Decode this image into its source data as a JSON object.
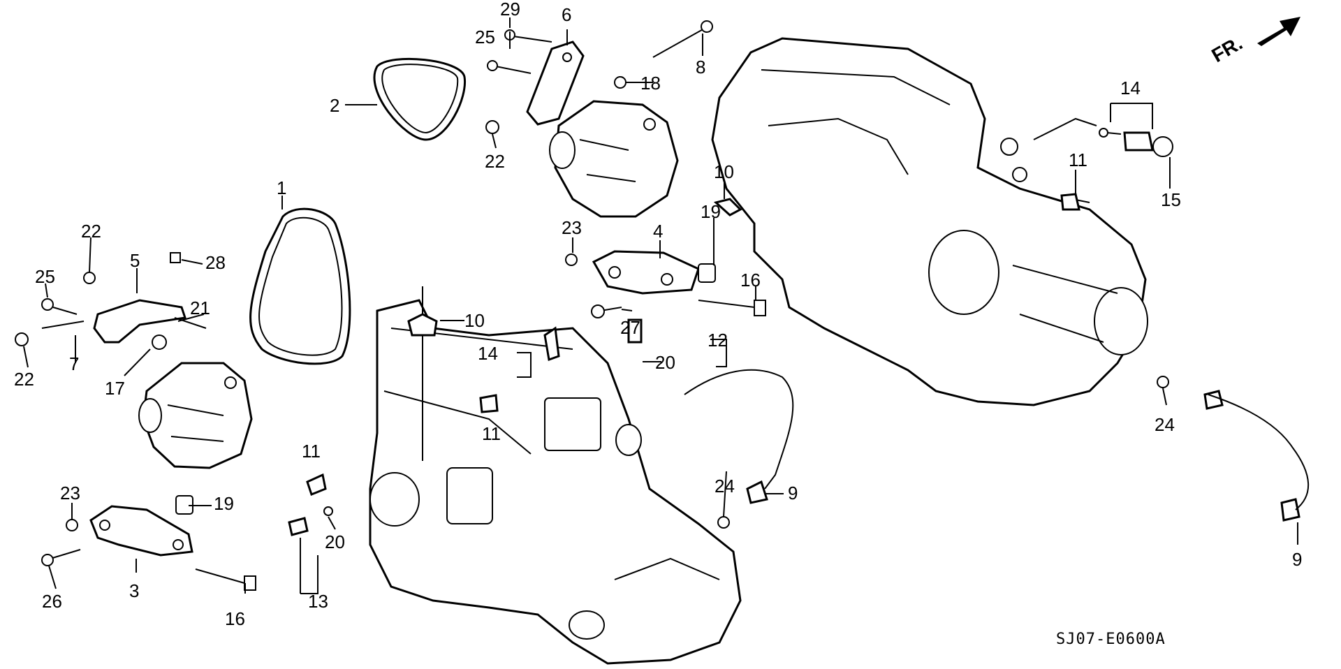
{
  "diagram": {
    "callouts": [
      {
        "id": "c1",
        "text": "1"
      },
      {
        "id": "c2",
        "text": "2"
      },
      {
        "id": "c3",
        "text": "3"
      },
      {
        "id": "c4",
        "text": "4"
      },
      {
        "id": "c5",
        "text": "5"
      },
      {
        "id": "c6",
        "text": "6"
      },
      {
        "id": "c7",
        "text": "7"
      },
      {
        "id": "c8",
        "text": "8"
      },
      {
        "id": "c9a",
        "text": "9"
      },
      {
        "id": "c9b",
        "text": "9"
      },
      {
        "id": "c10a",
        "text": "10"
      },
      {
        "id": "c10b",
        "text": "10"
      },
      {
        "id": "c11a",
        "text": "11"
      },
      {
        "id": "c11b",
        "text": "11"
      },
      {
        "id": "c11c",
        "text": "11"
      },
      {
        "id": "c12",
        "text": "12"
      },
      {
        "id": "c13",
        "text": "13"
      },
      {
        "id": "c14a",
        "text": "14"
      },
      {
        "id": "c14b",
        "text": "14"
      },
      {
        "id": "c15",
        "text": "15"
      },
      {
        "id": "c16a",
        "text": "16"
      },
      {
        "id": "c16b",
        "text": "16"
      },
      {
        "id": "c17",
        "text": "17"
      },
      {
        "id": "c18",
        "text": "18"
      },
      {
        "id": "c19a",
        "text": "19"
      },
      {
        "id": "c19b",
        "text": "19"
      },
      {
        "id": "c20a",
        "text": "20"
      },
      {
        "id": "c20b",
        "text": "20"
      },
      {
        "id": "c21",
        "text": "21"
      },
      {
        "id": "c22a",
        "text": "22"
      },
      {
        "id": "c22b",
        "text": "22"
      },
      {
        "id": "c22c",
        "text": "22"
      },
      {
        "id": "c23a",
        "text": "23"
      },
      {
        "id": "c23b",
        "text": "23"
      },
      {
        "id": "c24a",
        "text": "24"
      },
      {
        "id": "c24b",
        "text": "24"
      },
      {
        "id": "c25a",
        "text": "25"
      },
      {
        "id": "c25b",
        "text": "25"
      },
      {
        "id": "c26",
        "text": "26"
      },
      {
        "id": "c27",
        "text": "27"
      },
      {
        "id": "c28",
        "text": "28"
      },
      {
        "id": "c29",
        "text": "29"
      }
    ],
    "direction_label": "FR.",
    "drawing_code": "SJ07-E0600A"
  }
}
